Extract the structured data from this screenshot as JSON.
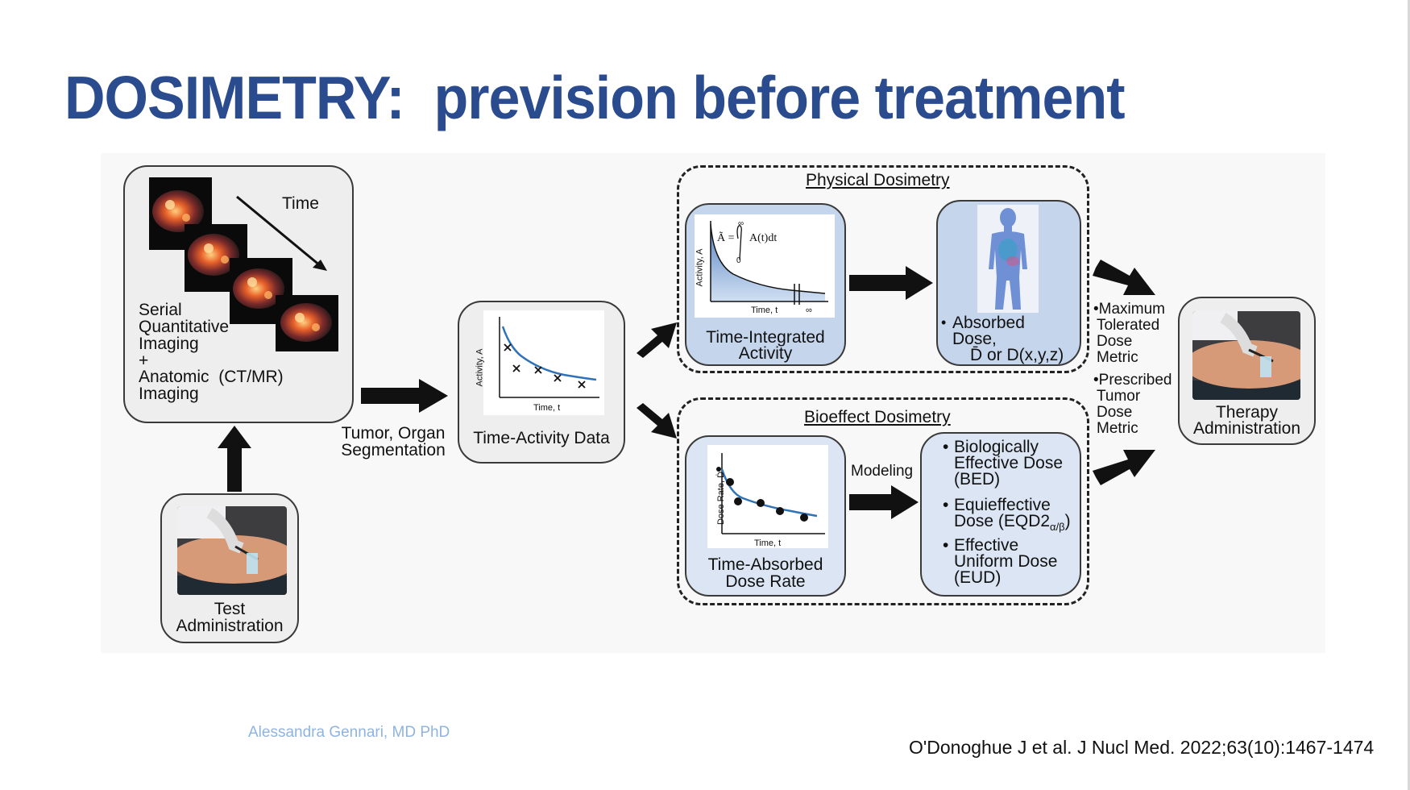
{
  "title": "DOSIMETRY:  prevision before treatment",
  "author": "Alessandra Gennari, MD PhD",
  "citation": "O'Donoghue J et al. J Nucl Med. 2022;63(10):1467-1474",
  "diagram": {
    "imaging": {
      "time_label": "Time",
      "line1": "Serial",
      "line2": "Quantitative",
      "line3": "Imaging",
      "line4": "+",
      "line5": "Anatomic  (CT/MR)",
      "line6": "Imaging"
    },
    "test_admin": {
      "line1": "Test",
      "line2": "Administration"
    },
    "segmentation": {
      "line1": "Tumor, Organ",
      "line2": "Segmentation"
    },
    "time_activity": {
      "label": "Time-Activity Data",
      "ylabel": "Activity, A",
      "xlabel": "Time, t"
    },
    "physical": {
      "title": "Physical Dosimetry",
      "integrated": {
        "line1": "Time-Integrated",
        "line2": "Activity",
        "ylabel": "Activity, A",
        "xlabel": "Time, t",
        "formula_lhs": "Ã =",
        "formula_rhs": "A(t)dt",
        "upper_limit": "∞",
        "lower_limit": "0",
        "axis_inf": "∞"
      },
      "absorbed": {
        "bullet": "•",
        "line1": "Absorbed",
        "line2": "Dose,",
        "line3": "D̄ or D(x,y,z)"
      }
    },
    "bioeffect": {
      "title": "Bioeffect Dosimetry",
      "dose_rate": {
        "line1": "Time-Absorbed",
        "line2": "Dose Rate",
        "ylabel": "Dose Rate, Ḋ",
        "xlabel": "Time, t"
      },
      "modeling": "Modeling",
      "bullets": [
        {
          "dot": "•",
          "line1": "Biologically",
          "line2": "Effective Dose",
          "line3": "(BED)"
        },
        {
          "dot": "•",
          "line1": "Equieffective",
          "line2": "Dose (EQD2",
          "sub": "α/β",
          "close": ")"
        },
        {
          "dot": "•",
          "line1": "Effective",
          "line2": "Uniform Dose",
          "line3": "(EUD)"
        }
      ]
    },
    "metrics": {
      "m1": {
        "line1": "•Maximum",
        "line2": "Tolerated",
        "line3": "Dose",
        "line4": "Metric"
      },
      "m2": {
        "line1": "•Prescribed",
        "line2": "Tumor",
        "line3": "Dose",
        "line4": "Metric"
      }
    },
    "therapy": {
      "line1": "Therapy",
      "line2": "Administration"
    }
  },
  "colors": {
    "title": "#2a4c8f",
    "author": "#8fb4e0",
    "box_gray": "#eeeeee",
    "box_blue": "#c5d5ec",
    "box_light_blue": "#dbe5f3",
    "curve": "#2f72b8"
  }
}
